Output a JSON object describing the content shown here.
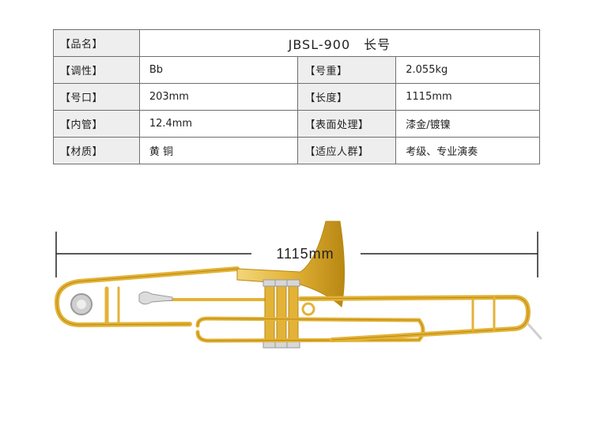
{
  "product": {
    "model_title": "JBSL-900　长号"
  },
  "spec": {
    "name_label": "【品名】",
    "tone_label": "【调性】",
    "tone_value": "Bb",
    "weight_label": "【号重】",
    "weight_value": "2.055kg",
    "bell_label": "【号口】",
    "bell_value": "203mm",
    "length_label": "【长度】",
    "length_value": "1115mm",
    "bore_label": "【内管】",
    "bore_value": "12.4mm",
    "finish_label": "【表面处理】",
    "finish_value": "漆金/镀镍",
    "material_label": "【材质】",
    "material_value": "黄 铜",
    "audience_label": "【适应人群】",
    "audience_value": "考级、专业演奏"
  },
  "figure": {
    "dimension_label": "1115mm",
    "colors": {
      "brass": "#e3b337",
      "brass_dark": "#b88713",
      "silver": "#d7d7d7",
      "line": "#222222"
    }
  }
}
